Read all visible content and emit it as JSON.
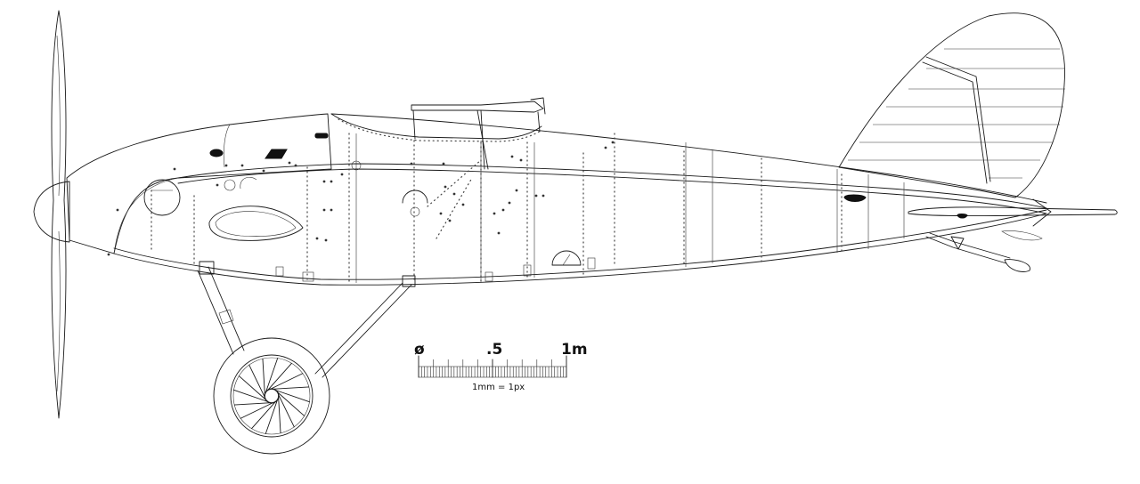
{
  "scale_bar": {
    "label_start": "ø",
    "label_mid": ".5",
    "label_end": "1m",
    "note": "1mm = 1px"
  }
}
